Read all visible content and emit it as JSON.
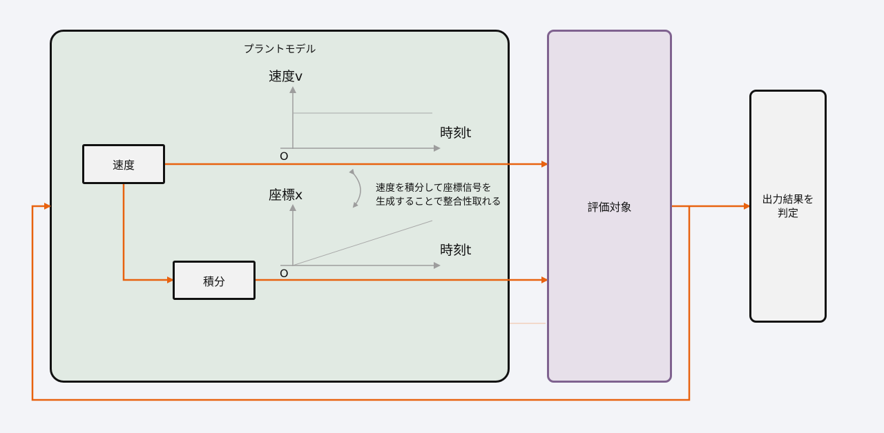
{
  "plant": {
    "title": "プラントモデル"
  },
  "blocks": {
    "speed": "速度",
    "integral": "積分",
    "evaluation": "評価対象",
    "result_line1": "出力結果を",
    "result_line2": "判定"
  },
  "graph_top": {
    "y_label": "速度v",
    "x_label": "時刻t",
    "origin": "O"
  },
  "graph_bottom": {
    "y_label": "座標x",
    "x_label": "時刻t",
    "origin": "O"
  },
  "note": {
    "line1": "速度を積分して座標信号を",
    "line2": "生成することで整合性取れる"
  },
  "colors": {
    "signal": "#e8620f",
    "axis": "#9d9d9d",
    "eval_border": "#7f628f"
  }
}
